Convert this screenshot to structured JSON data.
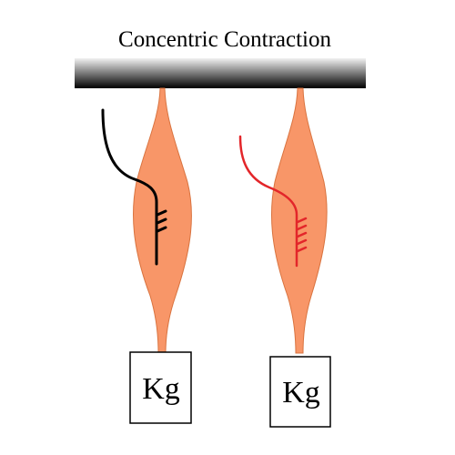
{
  "title": "Concentric Contraction",
  "colors": {
    "muscle_fill": "#F89668",
    "muscle_stroke": "#D9733F",
    "bar_top": "#F2F2F2",
    "bar_bottom": "#000000",
    "nerve_left": "#000000",
    "nerve_right": "#E3262A"
  },
  "muscles": [
    {
      "nerve_color_key": "nerve_left",
      "weight_label": "Kg"
    },
    {
      "nerve_color_key": "nerve_right",
      "weight_label": "Kg"
    }
  ]
}
